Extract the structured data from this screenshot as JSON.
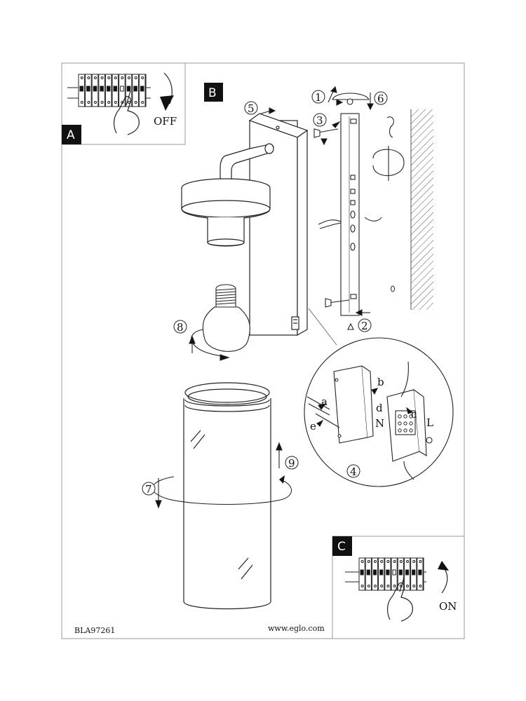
{
  "document": {
    "model_code": "BLA97261",
    "website": "www.eglo.com"
  },
  "panels": {
    "a": {
      "tag": "A",
      "switch_state": "OFF"
    },
    "b": {
      "tag": "B"
    },
    "c": {
      "tag": "C",
      "switch_state": "ON"
    }
  },
  "steps": [
    "1",
    "2",
    "3",
    "4",
    "5",
    "6",
    "7",
    "8",
    "9"
  ],
  "wiring_labels": {
    "a": "a",
    "b": "b",
    "c": "c",
    "d": "d",
    "e": "e",
    "neutral": "N",
    "live": "L"
  }
}
